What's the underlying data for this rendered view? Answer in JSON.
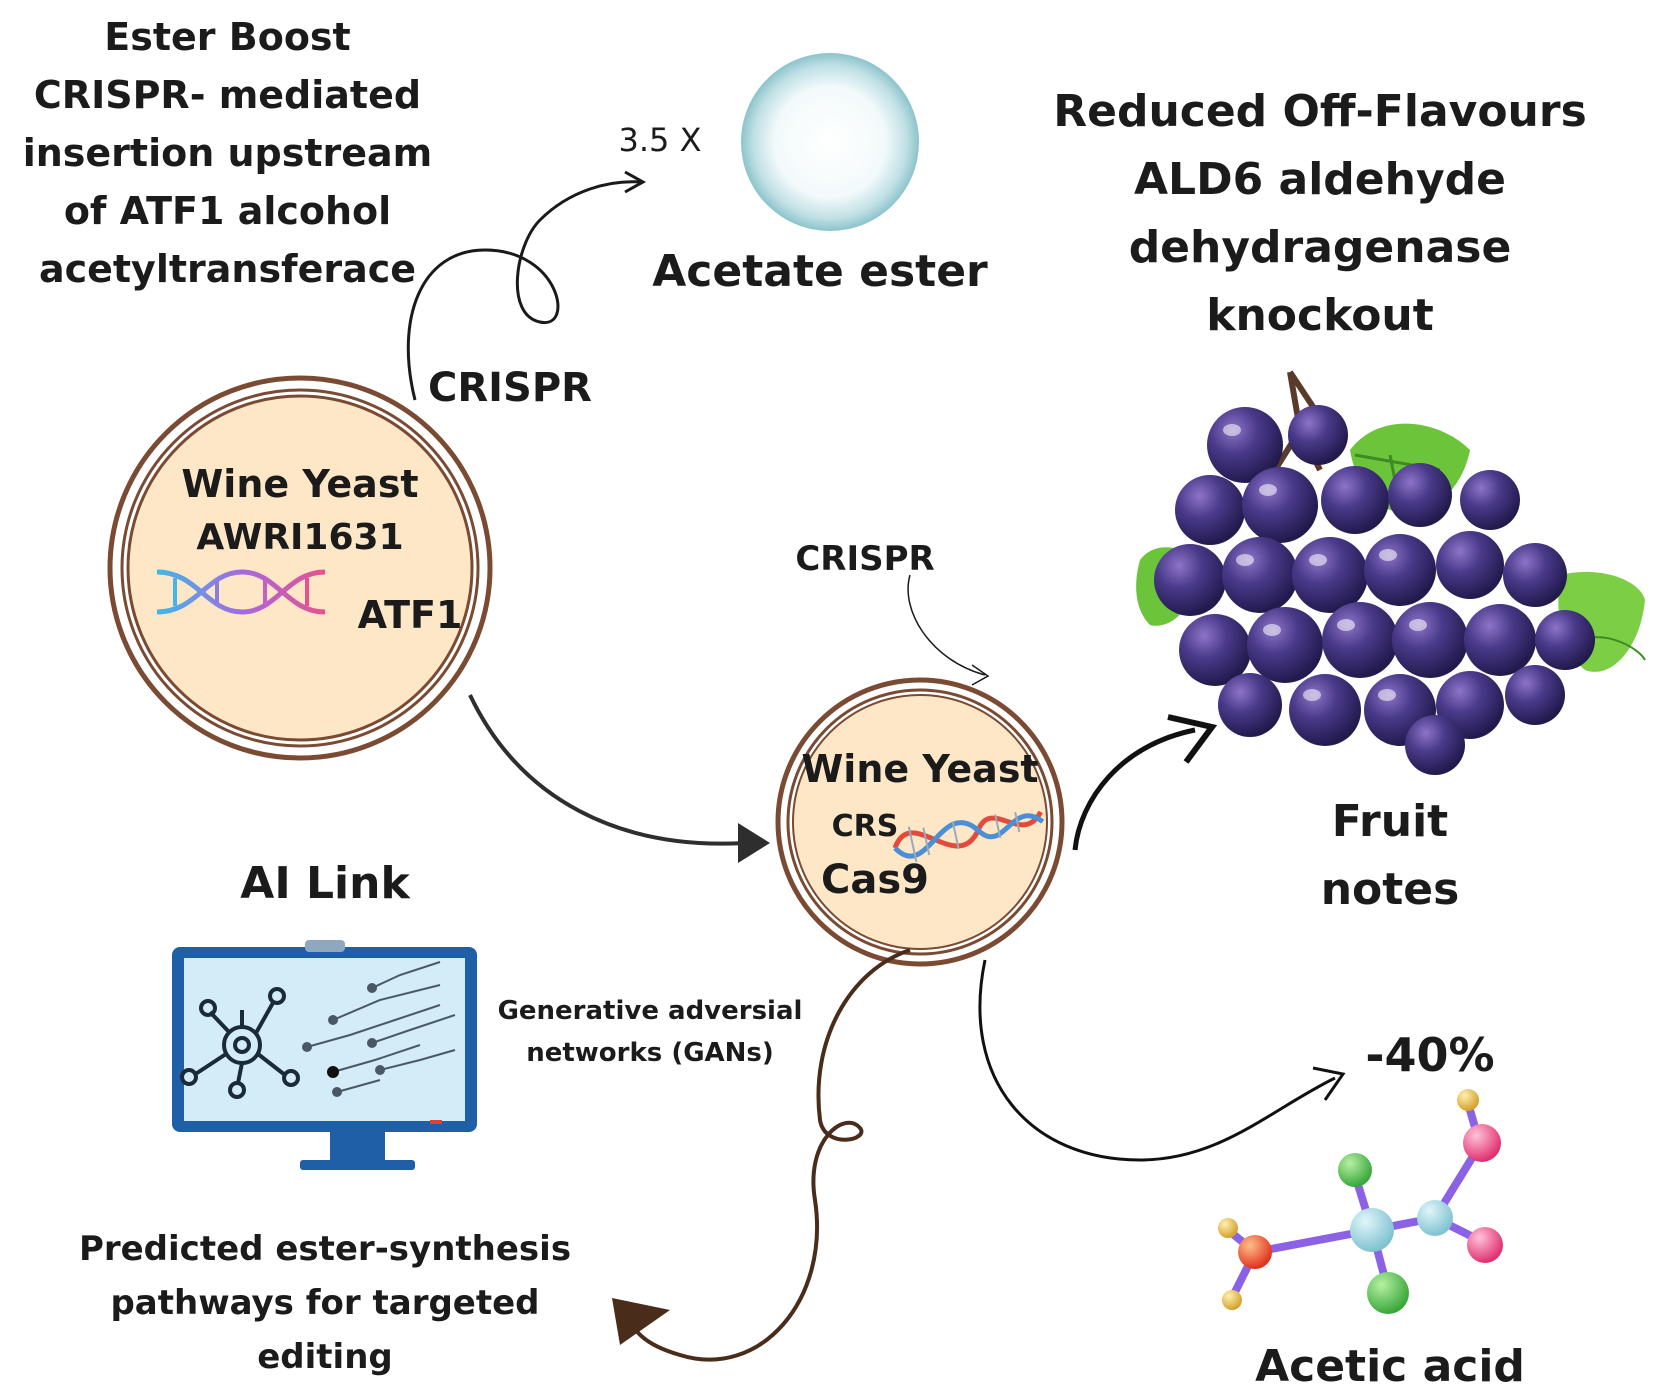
{
  "ester_boost": {
    "lines": [
      "Ester Boost",
      "CRISPR- mediated",
      "insertion upstream",
      "of ATF1 alcohol",
      "acetyltransferace"
    ]
  },
  "acetate": {
    "multiplier": "3.5 X",
    "label": "Acetate ester"
  },
  "crispr_top": "CRISPR",
  "off_flavours": {
    "lines": [
      "Reduced Off-Flavours",
      "ALD6 aldehyde",
      "dehydragenase",
      "knockout"
    ]
  },
  "yeast_main": {
    "title": "Wine Yeast",
    "strain": "AWRI1631",
    "gene": "ATF1"
  },
  "crispr_mid": "CRISPR",
  "yeast_edit": {
    "title": "Wine Yeast",
    "crs": "CRS",
    "cas": "Cas9"
  },
  "fruit": {
    "lines": [
      "Fruit",
      "notes"
    ]
  },
  "ai": {
    "title": "AI Link",
    "gan_lines": [
      "Generative adversial",
      "networks (GANs)"
    ],
    "predicted_lines": [
      "Predicted ester-synthesis",
      "pathways for targeted",
      "editing"
    ]
  },
  "acid": {
    "change": "-40%",
    "label": "Acetic acid"
  },
  "colors": {
    "yeast_fill": "#fde7c6",
    "ring": "#7a4a32",
    "monitor": "#1f5fa8",
    "screen": "#d3ecf7",
    "grape": "#3d2f75",
    "leaf": "#6cc43a"
  }
}
